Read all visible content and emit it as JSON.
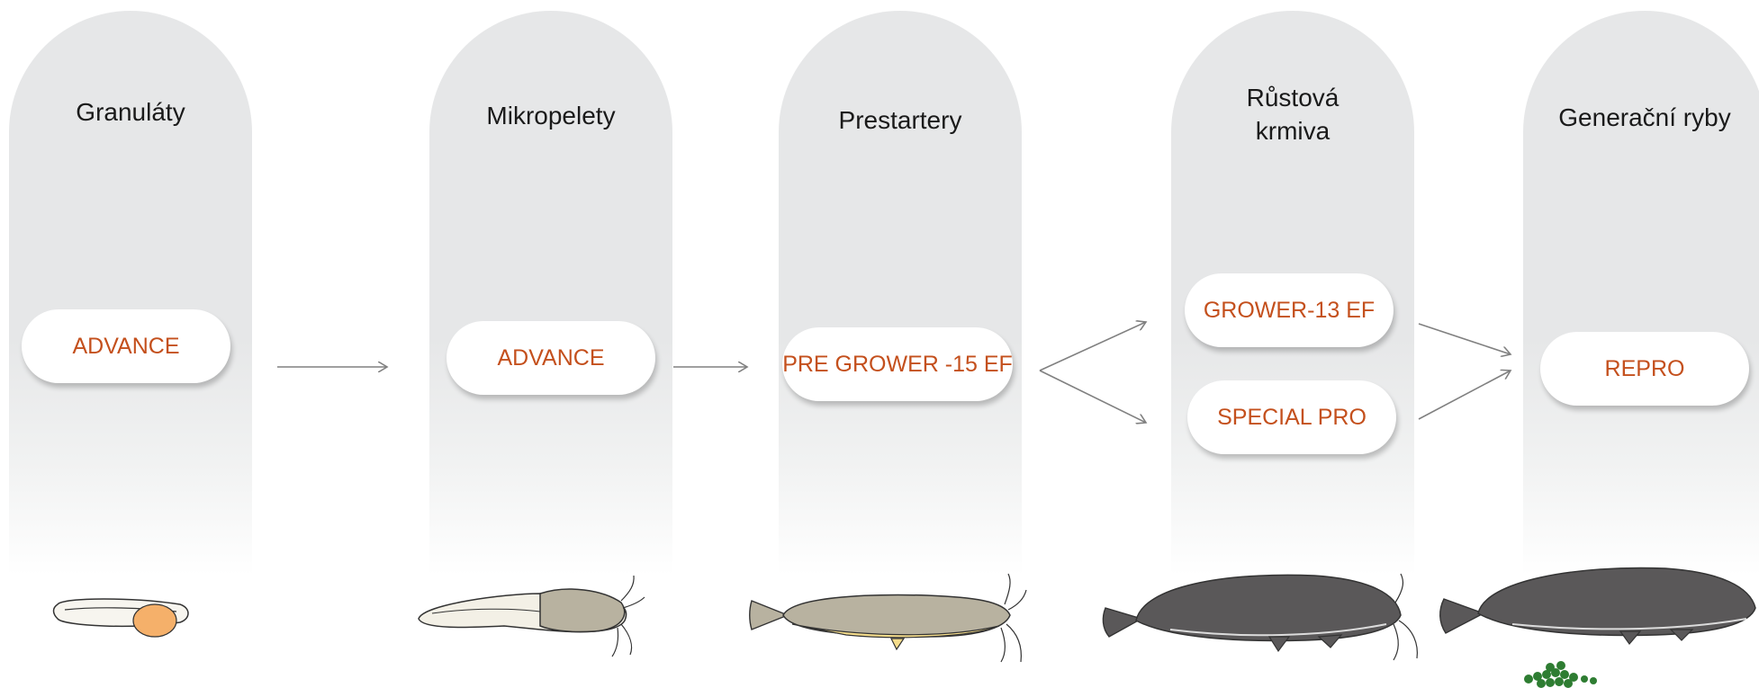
{
  "stages": [
    {
      "title": "Granuláty",
      "products": [
        "ADVANCE"
      ]
    },
    {
      "title": "Mikropelety",
      "products": [
        "ADVANCE"
      ]
    },
    {
      "title": "Prestartery",
      "products": [
        "PRE GROWER -15 EF"
      ]
    },
    {
      "title": "Růstová krmiva",
      "products": [
        "GROWER-13 EF",
        "SPECIAL PRO"
      ]
    },
    {
      "title": "Generační ryby",
      "products": [
        "REPRO"
      ]
    }
  ],
  "colors": {
    "column": "#e6e7e8",
    "product_text": "#c4501d",
    "arrow": "#808080",
    "fish_dark": "#5a5859",
    "fish_light": "#b8b2a0",
    "yolk": "#f5b06a",
    "eggs": "#2e7d32"
  }
}
